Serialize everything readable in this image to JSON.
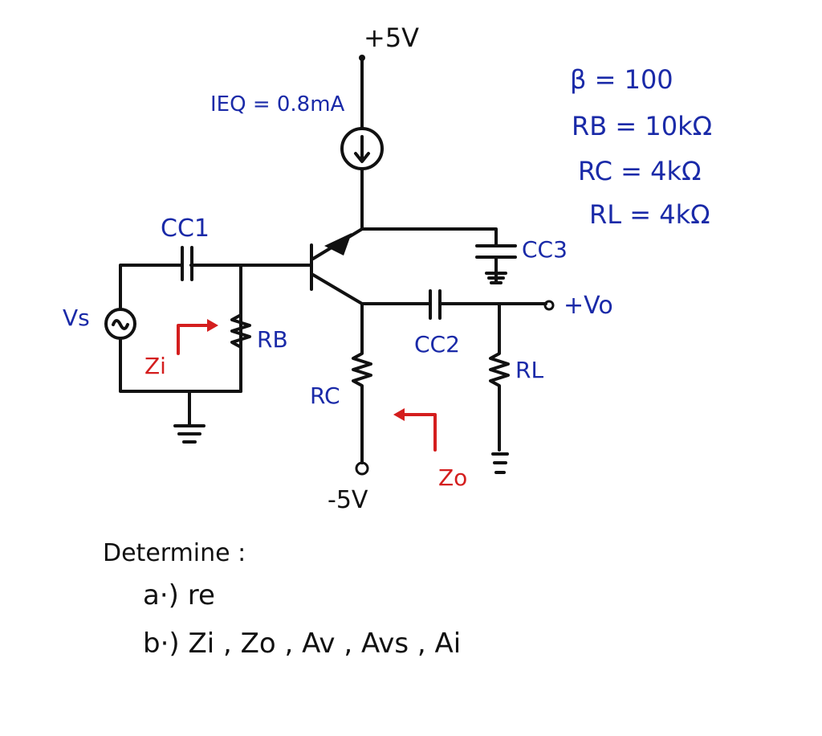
{
  "supply": {
    "vcc_label": "+5V",
    "vee_label": "-5V"
  },
  "current_source": {
    "label": "IEQ = 0.8mA"
  },
  "parameters": [
    {
      "text": "β = 100"
    },
    {
      "text": "RB = 10kΩ"
    },
    {
      "text": "RC = 4kΩ"
    },
    {
      "text": "RL = 4kΩ"
    }
  ],
  "components": {
    "cc1": "CC1",
    "cc2": "CC2",
    "cc3": "CC3",
    "rb": "RB",
    "rc": "RC",
    "rl": "RL",
    "vs": "Vs"
  },
  "output": {
    "label": "+Vo"
  },
  "impedance": {
    "zi": "Zi",
    "zo": "Zo"
  },
  "colors": {
    "ink": "#111111",
    "blue": "#1a2aa8",
    "red": "#d41e1e"
  },
  "task": {
    "heading": "Determine :",
    "items": [
      "a·) re",
      "b·) Zi , Zo , Av , Avs , Ai"
    ]
  }
}
